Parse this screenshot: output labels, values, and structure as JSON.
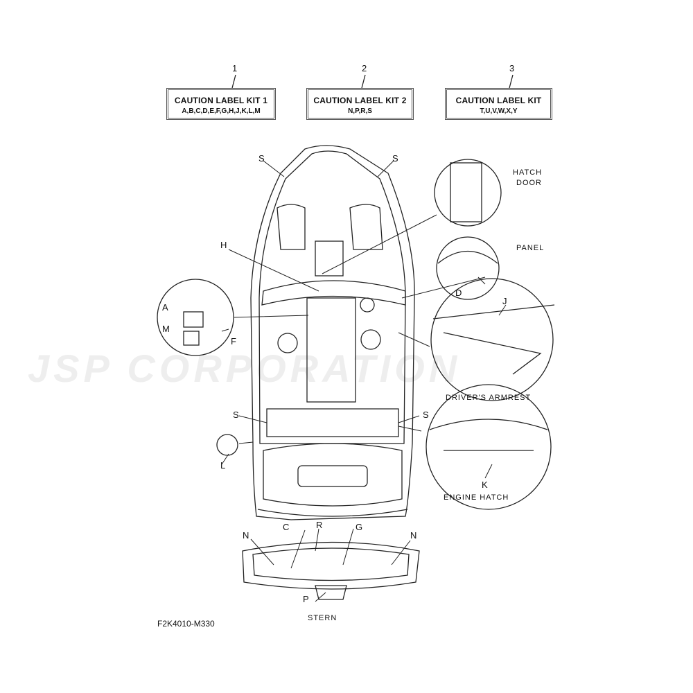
{
  "kits": [
    {
      "number": "1",
      "title": "CAUTION LABEL KIT 1",
      "letters": "A,B,C,D,E,F,G,H,J,K,L,M"
    },
    {
      "number": "2",
      "title": "CAUTION LABEL KIT 2",
      "letters": "N,P,R,S"
    },
    {
      "number": "3",
      "title": "CAUTION LABEL KIT",
      "letters": "T,U,V,W,X,Y"
    }
  ],
  "callouts": {
    "s1": "S",
    "s2": "S",
    "s3": "S",
    "s4": "S",
    "h": "H",
    "a": "A",
    "m": "M",
    "f": "F",
    "l": "L",
    "d": "D",
    "j": "J",
    "k": "K",
    "n1": "N",
    "n2": "N",
    "c": "C",
    "r": "R",
    "g": "G",
    "p": "P"
  },
  "captions": {
    "hatch_door_1": "HATCH",
    "hatch_door_2": "DOOR",
    "panel": "PANEL",
    "armrest": "DRIVER'S ARMREST",
    "engine_hatch": "ENGINE HATCH",
    "stern": "STERN"
  },
  "watermark": "JSP CORPORATION",
  "part_code": "F2K4010-M330"
}
